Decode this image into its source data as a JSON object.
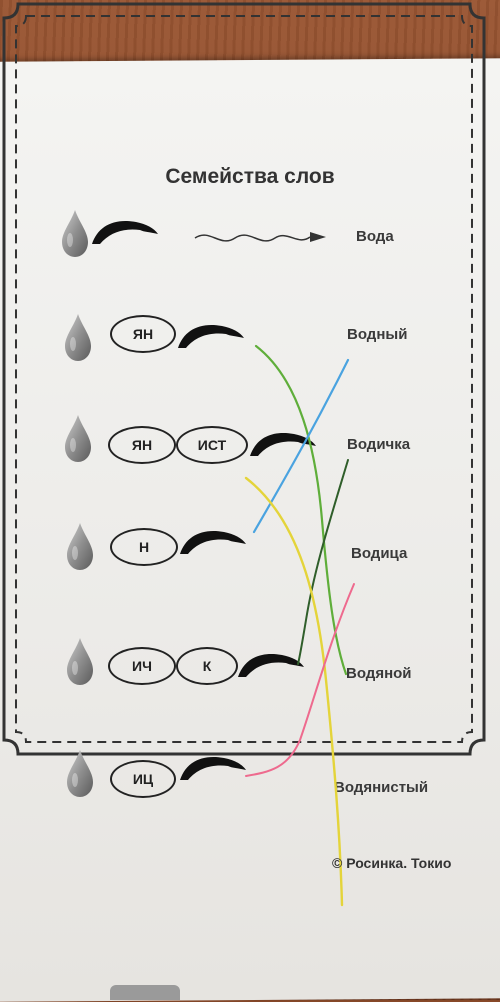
{
  "title": "Семейства слов",
  "words": [
    "Вода",
    "Водный",
    "Водичка",
    "Водица",
    "Водяной",
    "Водянистый"
  ],
  "morpheme_rows": [
    {
      "morphemes": []
    },
    {
      "morphemes": [
        "ЯН"
      ]
    },
    {
      "morphemes": [
        "ЯН",
        "ИСТ"
      ]
    },
    {
      "morphemes": [
        "Н"
      ]
    },
    {
      "morphemes": [
        "ИЧ",
        "К"
      ]
    },
    {
      "morphemes": [
        "ИЦ"
      ]
    }
  ],
  "copyright": "© Росинка. Токио",
  "icons": [
    "water-drop-icon",
    "root-arc-icon",
    "wavy-arrow-icon"
  ],
  "colors": {
    "table": "#8a4a2a",
    "paper": "#efefed",
    "green_line": "#5fae3a",
    "blue_line": "#4aa3e0",
    "yellow_line": "#e4d43a",
    "pink_line": "#ee6a8e",
    "dark_green_line": "#2f5e2a"
  }
}
